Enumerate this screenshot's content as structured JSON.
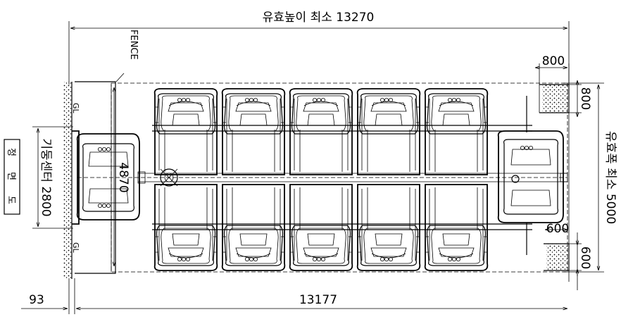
{
  "dimensions": {
    "top_overall": "유효높이 최소 13270",
    "bottom_overall": "13177",
    "bottom_left": "93",
    "right_vertical": "유효폭 최소 5000",
    "left_vertical": "기둥센터 2800",
    "inner_vertical": "4870",
    "top_right_horizontal": "800",
    "top_right_vertical": "800",
    "bottom_right_horizontal": "600",
    "bottom_right_vertical": "600"
  },
  "labels": {
    "fence": "FENCE",
    "gl_top": "GL",
    "gl_bottom": "GL",
    "side_char_1": "정",
    "side_char_2": "면",
    "side_char_3": "도"
  }
}
